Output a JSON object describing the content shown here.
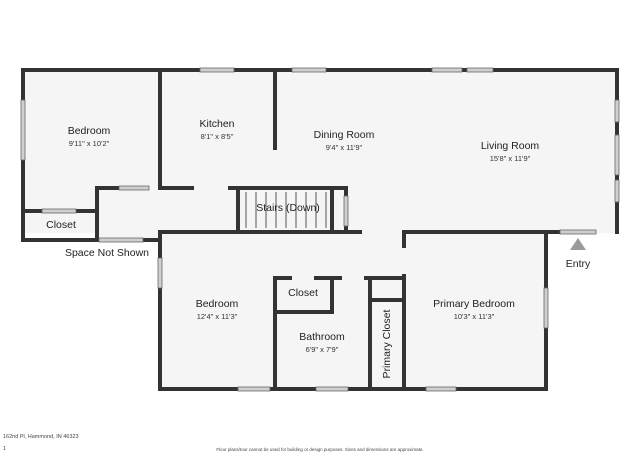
{
  "rooms": {
    "bedroom_left": {
      "name": "Bedroom",
      "dim": "9'11\" x 10'2\""
    },
    "kitchen": {
      "name": "Kitchen",
      "dim": "8'1\" x 8'5\""
    },
    "dining": {
      "name": "Dining Room",
      "dim": "9'4\" x 11'9\""
    },
    "living": {
      "name": "Living Room",
      "dim": "15'8\" x 11'9\""
    },
    "closet_left": {
      "name": "Closet"
    },
    "stairs": {
      "name": "Stairs (Down)"
    },
    "space_not_shown": {
      "name": "Space Not Shown"
    },
    "entry": {
      "name": "Entry"
    },
    "bedroom_bottom": {
      "name": "Bedroom",
      "dim": "12'4\" x 11'3\""
    },
    "closet_small": {
      "name": "Closet"
    },
    "bathroom": {
      "name": "Bathroom",
      "dim": "6'9\" x 7'9\""
    },
    "primary_closet": {
      "name": "Primary Closet"
    },
    "primary_bedroom": {
      "name": "Primary Bedroom",
      "dim": "10'3\" x 11'3\""
    }
  },
  "footer": {
    "address": "162nd Pl, Hammond, IN 46323",
    "disclaimer": "Floor plans/tour cannot be used for building or design purposes. Sizes and dimensions are approximate.",
    "page": "1"
  },
  "colors": {
    "wall": "#333333",
    "floor": "#f5f5f5",
    "window": "#cfcfcf"
  }
}
